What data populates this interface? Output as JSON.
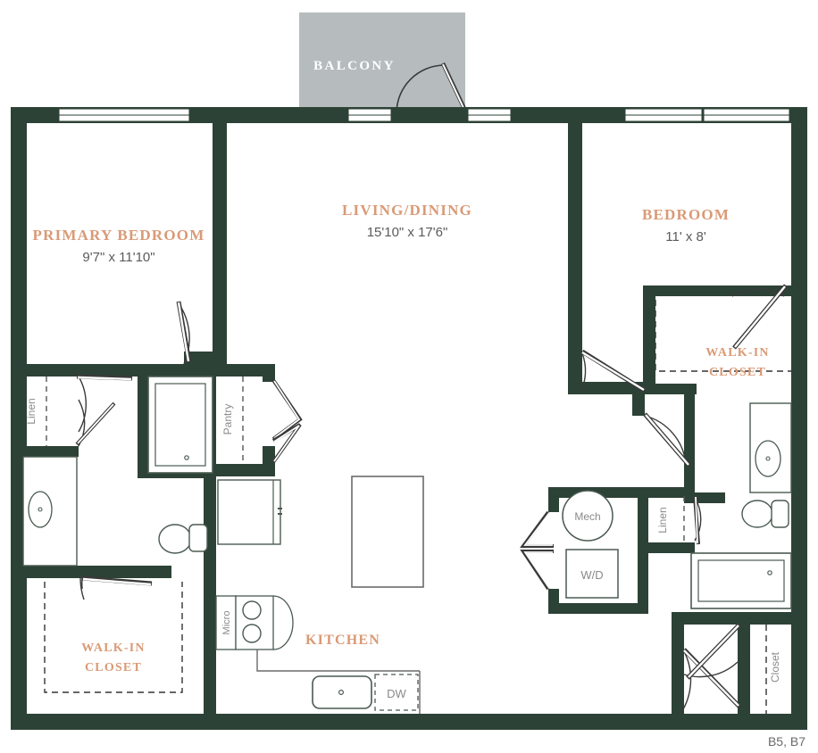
{
  "plan": {
    "code": "B5, B7",
    "colors": {
      "wall": "#2d4236",
      "room_name": "#d99a76",
      "dimension_text": "#5a5a5a",
      "fixture_line": "#4a5a50",
      "balcony_fill": "#b6bcbd",
      "balcony_text": "#ffffff",
      "small_label": "#8a8a8a",
      "background": "#ffffff"
    }
  },
  "balcony": {
    "label": "BALCONY"
  },
  "rooms": [
    {
      "id": "primary-bedroom",
      "name": "PRIMARY BEDROOM",
      "dimensions": "9'7\" x 11'10\""
    },
    {
      "id": "living-dining",
      "name": "LIVING/DINING",
      "dimensions": "15'10\" x 17'6\""
    },
    {
      "id": "bedroom",
      "name": "BEDROOM",
      "dimensions": "11' x 8'"
    },
    {
      "id": "walk-in-closet-right",
      "name_line1": "WALK-IN",
      "name_line2": "CLOSET"
    },
    {
      "id": "walk-in-closet-left",
      "name_line1": "WALK-IN",
      "name_line2": "CLOSET"
    },
    {
      "id": "kitchen",
      "name": "KITCHEN"
    }
  ],
  "fixtures": [
    {
      "id": "linen-left",
      "label": "Linen"
    },
    {
      "id": "linen-right",
      "label": "Linen"
    },
    {
      "id": "pantry",
      "label": "Pantry"
    },
    {
      "id": "micro",
      "label": "Micro"
    },
    {
      "id": "dishwasher",
      "label": "DW"
    },
    {
      "id": "mechanical",
      "label": "Mech"
    },
    {
      "id": "washer-dryer",
      "label": "W/D"
    },
    {
      "id": "closet-entry",
      "label": "Closet"
    }
  ]
}
